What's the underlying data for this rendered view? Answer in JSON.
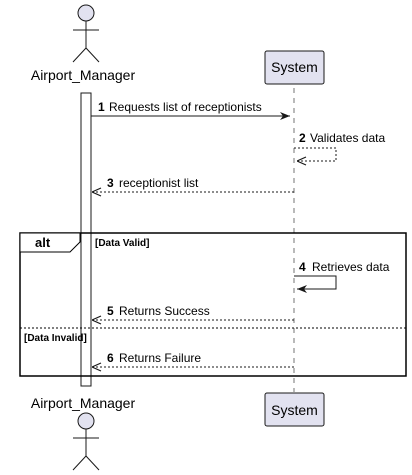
{
  "participants": {
    "actor": {
      "name": "Airport_Manager"
    },
    "system": {
      "name": "System"
    }
  },
  "messages": [
    {
      "number": "1",
      "text": "Requests list of receptionists"
    },
    {
      "number": "2",
      "text": "Validates data"
    },
    {
      "number": "3",
      "text": "receptionist list"
    },
    {
      "number": "4",
      "text": "Retrieves data"
    },
    {
      "number": "5",
      "text": "Returns Success"
    },
    {
      "number": "6",
      "text": "Returns Failure"
    }
  ],
  "alt_fragment": {
    "keyword": "alt",
    "guards": [
      "[Data Valid]",
      "[Data Invalid]"
    ]
  },
  "colors": {
    "participant_fill": "#e2e2f0",
    "actor_fill": "#e2e2f0",
    "line": "#181818"
  }
}
